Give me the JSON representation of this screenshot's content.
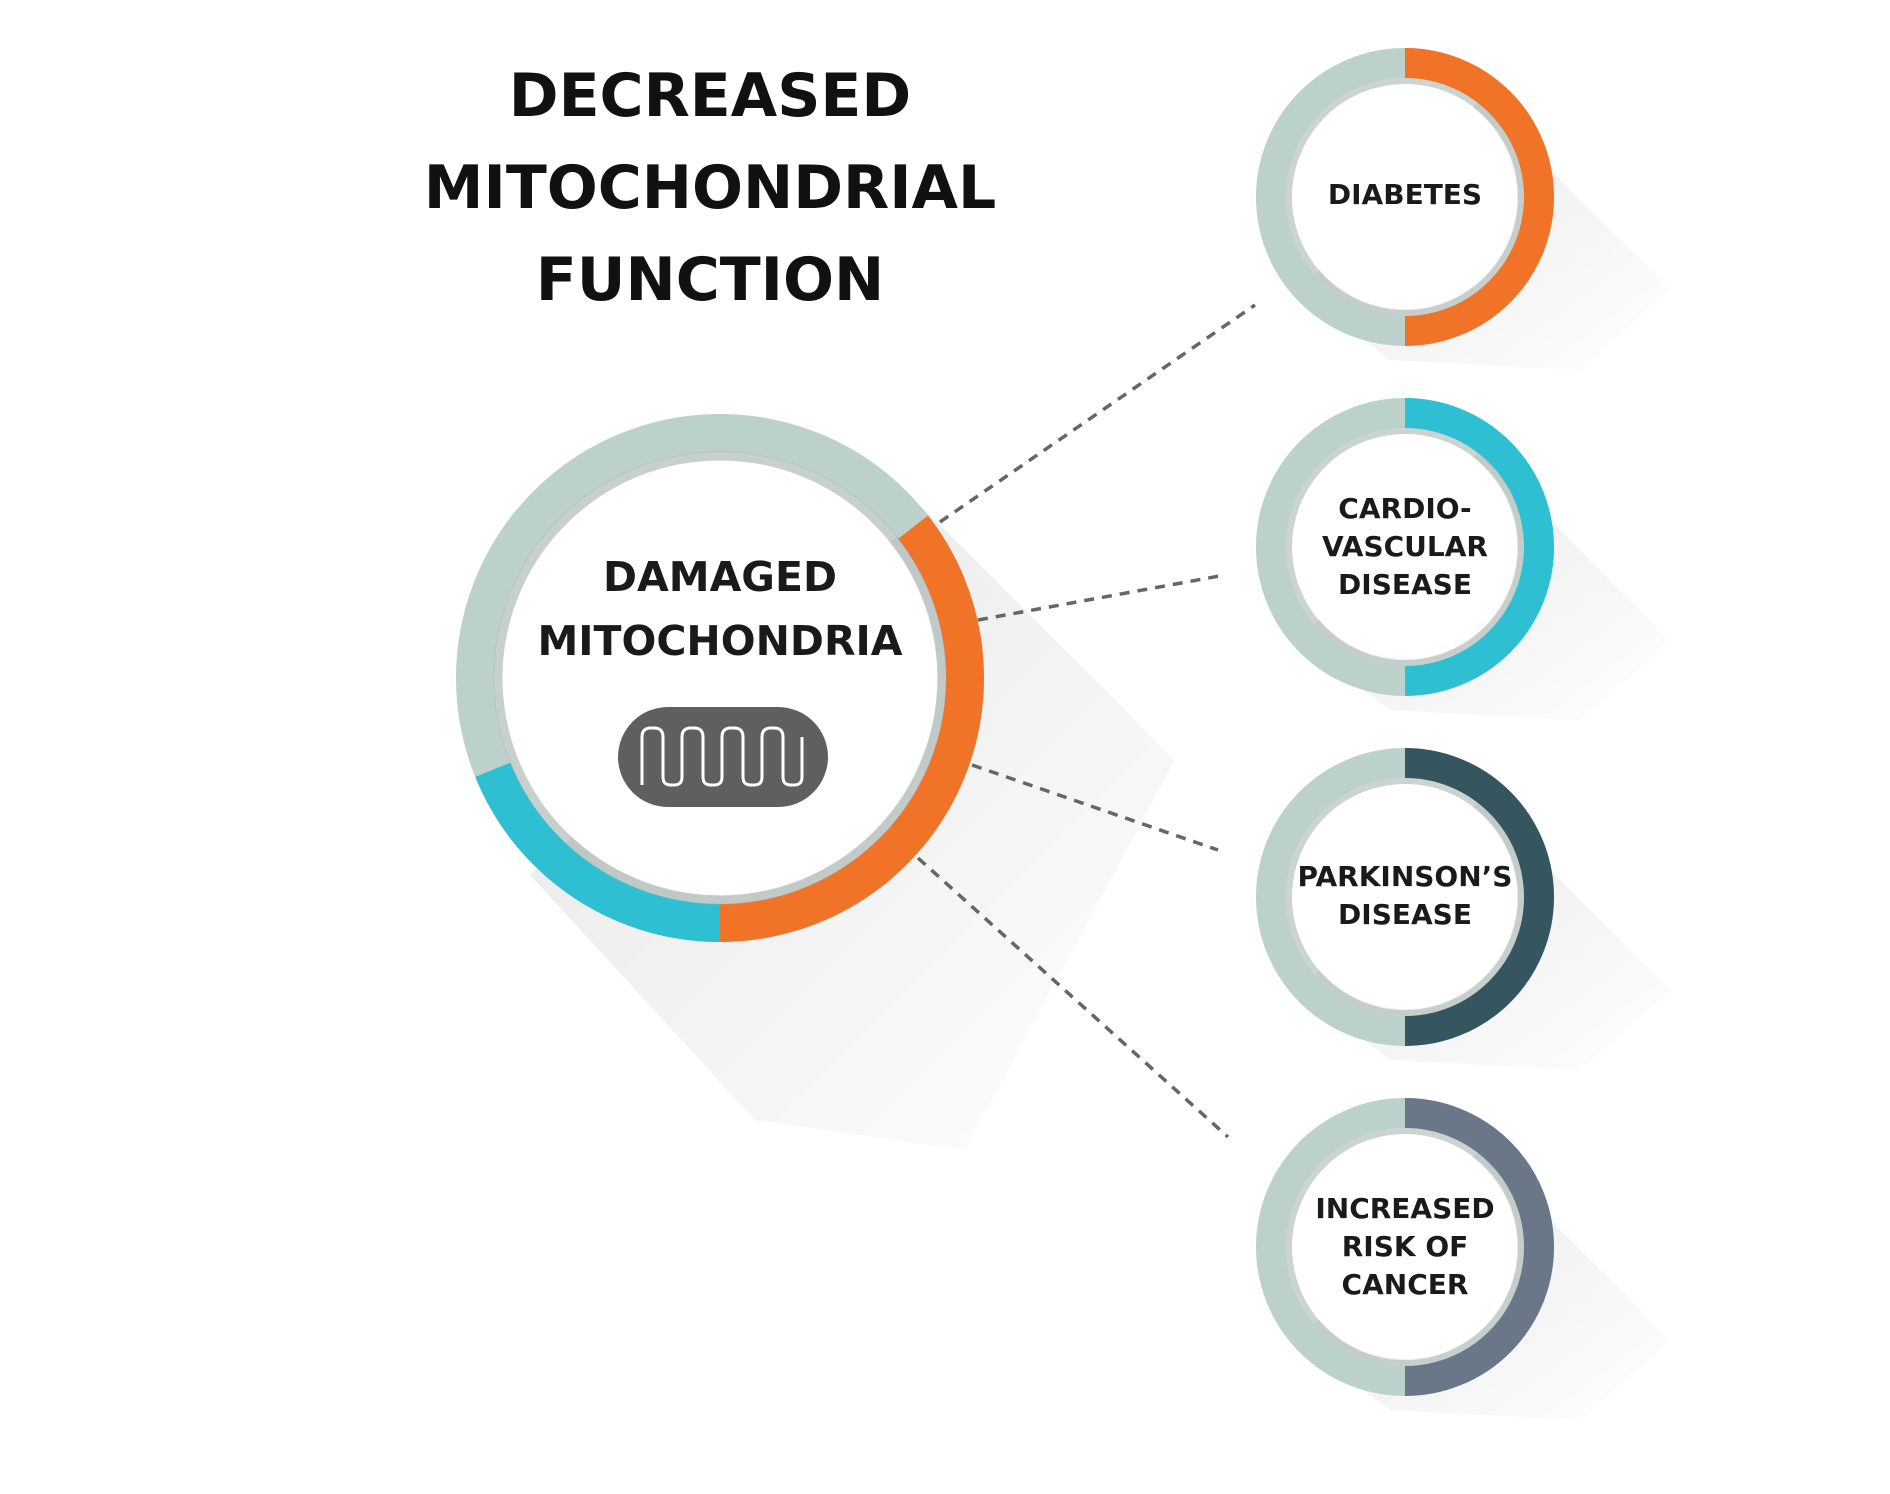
{
  "title": {
    "line1": "DECREASED",
    "line2": "MITOCHONDRIAL",
    "line3": "FUNCTION"
  },
  "center": {
    "line1": "DAMAGED",
    "line2": "MITOCHONDRIA",
    "icon": "mitochondrion-icon"
  },
  "nodes": [
    {
      "lines": [
        "DIABETES"
      ],
      "accent": "#f07328"
    },
    {
      "lines": [
        "CARDIO-",
        "VASCULAR",
        "DISEASE"
      ],
      "accent": "#2fbfd3"
    },
    {
      "lines": [
        "PARKINSON’S",
        "DISEASE"
      ],
      "accent": "#35555f"
    },
    {
      "lines": [
        "INCREASED",
        "RISK OF",
        "CANCER"
      ],
      "accent": "#697789"
    }
  ],
  "colors": {
    "ring_base": "#bcd0cc",
    "ring_inner": "#9aa9a6",
    "orange": "#f07328",
    "cyan": "#2fbfd3",
    "connector": "#666666",
    "icon_fill": "#5f5f5f",
    "text": "#111111"
  }
}
